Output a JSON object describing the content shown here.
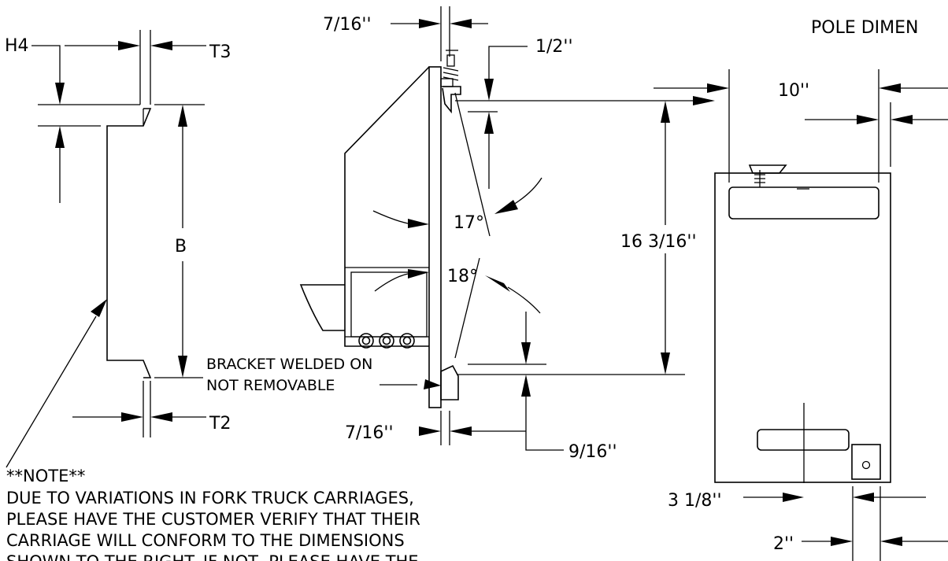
{
  "labels": {
    "h4": "H4",
    "t3": "T3",
    "b": "B",
    "t2": "T2",
    "dim_7_16_top": "7/16''",
    "dim_1_2": "1/2''",
    "angle_17": "17°",
    "angle_18": "18°",
    "dim_16_3_16": "16 3/16''",
    "dim_7_16_bottom": "7/16''",
    "dim_9_16": "9/16''",
    "dim_10": "10''",
    "dim_3_1_8": "3 1/8''",
    "dim_2": "2''",
    "pole_title": "POLE DIMEN"
  },
  "bracket_note": {
    "line1": "BRACKET WELDED ON",
    "line2": "NOT REMOVABLE"
  },
  "note": {
    "heading": "**NOTE**",
    "line1": "DUE TO VARIATIONS IN FORK TRUCK CARRIAGES,",
    "line2": "PLEASE HAVE THE CUSTOMER VERIFY THAT THEIR",
    "line3": "CARRIAGE WILL CONFORM TO THE DIMENSIONS",
    "line4": "SHOWN TO THE RIGHT. IF NOT, PLEASE HAVE THE"
  }
}
